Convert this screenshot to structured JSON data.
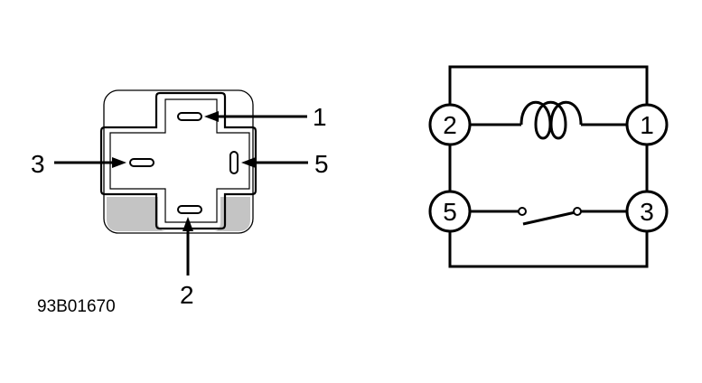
{
  "connector_view": {
    "pin_labels": {
      "top": "1",
      "left": "3",
      "right": "5",
      "bottom": "2"
    }
  },
  "schematic": {
    "nodes": {
      "coil_left": "2",
      "coil_right": "1",
      "switch_left": "5",
      "switch_right": "3"
    }
  },
  "figure_id": "93B01670"
}
